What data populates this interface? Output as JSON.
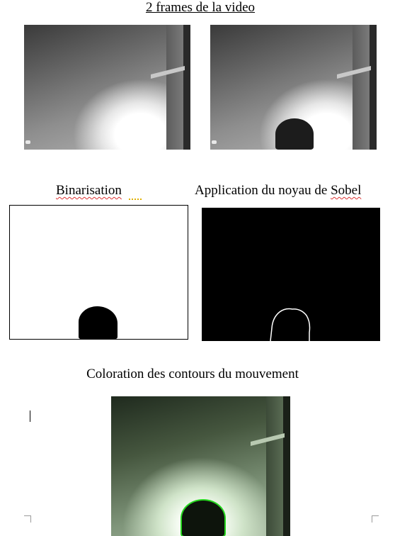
{
  "captions": {
    "frames": "2 frames de la video",
    "binarisation": "Binarisation",
    "sobel_prefix": "Application du noyau de ",
    "sobel_word": "Sobel",
    "coloration": "Coloration des contours du mouvement"
  },
  "colors": {
    "contour_highlight": "#26d61f",
    "sobel_background": "#000000",
    "sobel_edge": "#ffffff"
  }
}
